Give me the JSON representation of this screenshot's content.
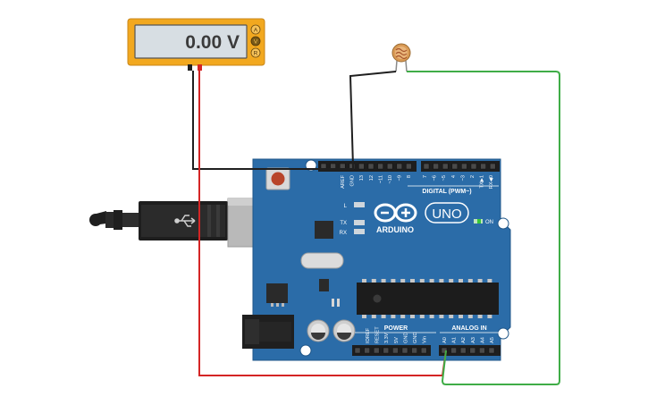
{
  "multimeter": {
    "reading": "0.00 V",
    "mode_buttons": [
      "A",
      "V",
      "R"
    ]
  },
  "board": {
    "brand_text": "ARDUINO",
    "model_text": "UNO",
    "on_label": "ON",
    "led_labels": [
      "L",
      "TX",
      "RX"
    ],
    "digital_header_label": "DIGITAL (PWM~)",
    "digital_pins_left": [
      "AREF",
      "GND",
      "13",
      "12",
      "~11",
      "~10",
      "~9",
      "8"
    ],
    "digital_pins_right": [
      "7",
      "~6",
      "~5",
      "4",
      "~3",
      "2",
      "TX▶1",
      "RX◀0"
    ],
    "power_header_label": "POWER",
    "power_pins": [
      "IOREF",
      "RESET",
      "3.3V",
      "5V",
      "GND",
      "GND",
      "Vin"
    ],
    "analog_header_label": "ANALOG IN",
    "analog_pins": [
      "A0",
      "A1",
      "A2",
      "A3",
      "A4",
      "A5"
    ]
  },
  "colors": {
    "board": "#2b6ca8",
    "meter_body": "#f2a81f",
    "wire_red": "#d42525",
    "wire_green": "#3fad47",
    "wire_black": "#1f1f1f"
  },
  "components": {
    "sensor_icon": "photoresistor-icon",
    "usb_icon": "usb-cable-icon",
    "power_jack_icon": "dc-barrel-jack-icon"
  }
}
